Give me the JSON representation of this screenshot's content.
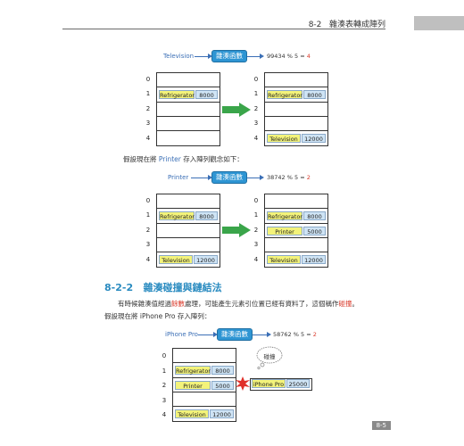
{
  "header": {
    "chapter": "8-2",
    "title": "雜湊表轉成陣列"
  },
  "hash_label": "雜湊函數",
  "indices": [
    "0",
    "1",
    "2",
    "3",
    "4"
  ],
  "diagram1": {
    "key": "Television",
    "result_expr": "99434 % 5 = ",
    "result_value": "4",
    "before": {
      "r1": [
        "Refrigerator",
        "8000"
      ]
    },
    "after": {
      "r1": [
        "Refrigerator",
        "8000"
      ],
      "r4": [
        "Television",
        "12000"
      ]
    }
  },
  "text1": {
    "pre": "假設現在將 ",
    "key": "Printer",
    "post": " 存入陣列觀念如下："
  },
  "diagram2": {
    "key": "Printer",
    "result_expr": "38742 % 5 = ",
    "result_value": "2",
    "before": {
      "r1": [
        "Refrigerator",
        "8000"
      ],
      "r4": [
        "Television",
        "12000"
      ]
    },
    "after": {
      "r1": [
        "Refrigerator",
        "8000"
      ],
      "r2": [
        "Printer",
        "5000"
      ],
      "r4": [
        "Television",
        "12000"
      ]
    }
  },
  "section": {
    "number": "8-2-2",
    "title": "雜湊碰撞與鏈結法"
  },
  "para": {
    "line1_pre": "有時候雜湊值經過",
    "line1_hl1": "餘數",
    "line1_mid": "處理，可能產生元素引位置已經有資料了，這個稱作",
    "line1_hl2": "碰撞",
    "line1_end": "。",
    "line2": "假設現在將 iPhone Pro 存入陣列："
  },
  "diagram3": {
    "key": "iPhone Pro",
    "result_expr": "58762 % 5 = ",
    "result_value": "2",
    "rows": {
      "r1": [
        "Refrigerator",
        "8000"
      ],
      "r2": [
        "Printer",
        "5000"
      ],
      "r4": [
        "Television",
        "12000"
      ]
    },
    "collide": [
      "iPhone Pro",
      "25000"
    ],
    "bubble": "碰撞"
  },
  "page_number": "8-5"
}
